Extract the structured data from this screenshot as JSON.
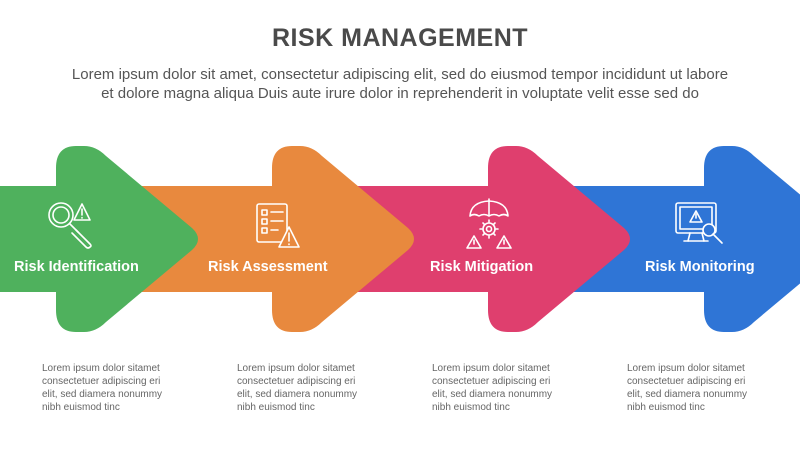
{
  "title": "RISK MANAGEMENT",
  "subtitle": [
    "Lorem ipsum dolor sit amet, consectetur adipiscing elit, sed do eiusmod tempor incididunt ut labore",
    "et dolore magna aliqua Duis aute irure dolor in reprehenderit in voluptate velit esse sed do"
  ],
  "steps": [
    {
      "label": "Risk Identification",
      "color": "#4fb15d",
      "icon": "magnifier-warning-icon",
      "description": [
        "Lorem ipsum dolor sitamet",
        "consectetuer adipiscing eri",
        "elit, sed diamera nonummy",
        "nibh euismod tinc"
      ]
    },
    {
      "label": "Risk Assessment",
      "color": "#e8893e",
      "icon": "checklist-warning-icon",
      "description": [
        "Lorem ipsum dolor sitamet",
        "consectetuer adipiscing eri",
        "elit, sed diamera nonummy",
        "nibh euismod tinc"
      ]
    },
    {
      "label": "Risk Mitigation",
      "color": "#df3f6e",
      "icon": "umbrella-gear-warning-icon",
      "description": [
        "Lorem ipsum dolor sitamet",
        "consectetuer adipiscing eri",
        "elit, sed diamera nonummy",
        "nibh euismod tinc"
      ]
    },
    {
      "label": "Risk Monitoring",
      "color": "#2f75d6",
      "icon": "monitor-search-icon",
      "description": [
        "Lorem ipsum dolor sitamet",
        "consectetuer adipiscing eri",
        "elit, sed diamera nonummy",
        "nibh euismod tinc"
      ]
    }
  ]
}
